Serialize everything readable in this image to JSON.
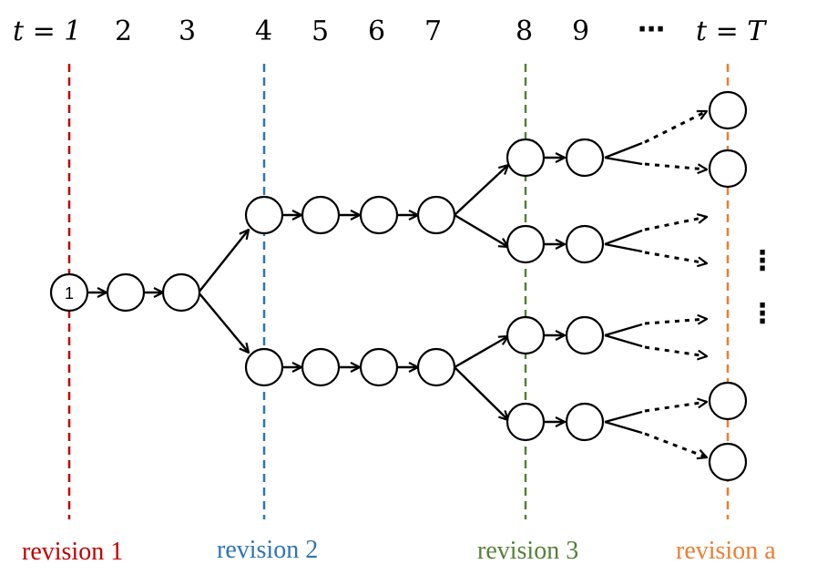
{
  "time_labels": {
    "t1": "t = 1",
    "t2": "2",
    "t3": "3",
    "t4": "4",
    "t5": "5",
    "t6": "6",
    "t7": "7",
    "t8": "8",
    "t9": "9",
    "dots": "⋯",
    "tT": "t = T"
  },
  "revisions": [
    {
      "label": "revision 1",
      "color": "#c00000"
    },
    {
      "label": "revision 2",
      "color": "#2e75b6"
    },
    {
      "label": "revision 3",
      "color": "#548235"
    },
    {
      "label": "revision a",
      "color": "#ed7d31"
    }
  ],
  "root_node_label": "1",
  "vertical_ellipsis": "⋮"
}
